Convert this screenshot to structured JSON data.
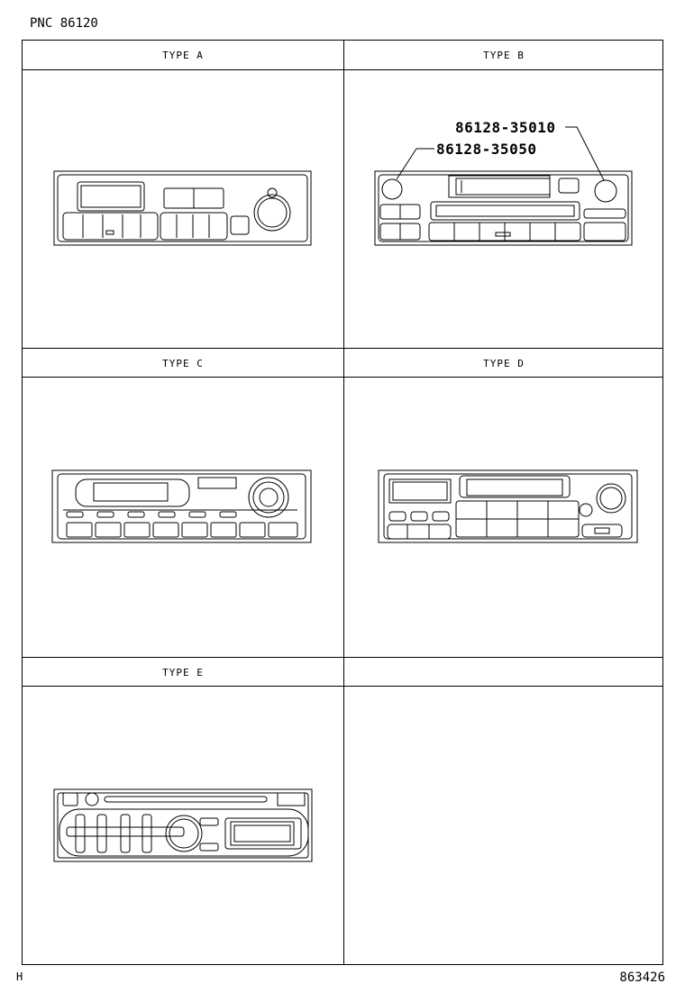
{
  "header": {
    "pnc": "PNC 86120"
  },
  "cells": [
    {
      "title": "TYPE  A"
    },
    {
      "title": "TYPE  B"
    },
    {
      "title": "TYPE  C"
    },
    {
      "title": "TYPE  D"
    },
    {
      "title": "TYPE  E"
    },
    {
      "title": ""
    }
  ],
  "parts": {
    "type_b_upper": "86128-35010",
    "type_b_lower": "86128-35050"
  },
  "footer": {
    "left": "H",
    "right": "863426"
  }
}
